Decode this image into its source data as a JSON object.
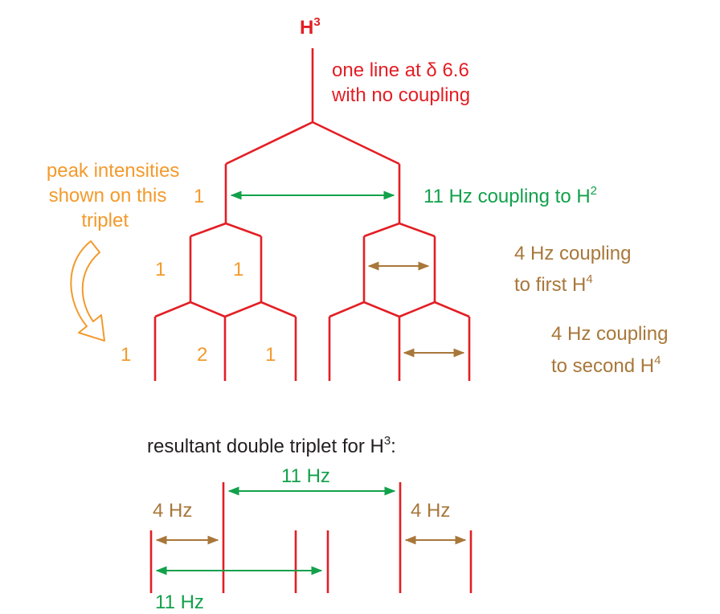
{
  "colors": {
    "red": "#e31e24",
    "orange": "#f39a2c",
    "green": "#12a14b",
    "brown": "#a8773a",
    "text": "#231f20"
  },
  "top_label": {
    "base": "H",
    "sup": "3"
  },
  "annotation_uncoupled": {
    "line1": "one line at δ 6.6",
    "line2": "with no coupling"
  },
  "annotation_intensities": {
    "line1": "peak intensities",
    "line2": "shown on this",
    "line3": "triplet"
  },
  "coupling_h2": {
    "text": "11 Hz coupling to H",
    "sup": "2"
  },
  "coupling_first_h4": {
    "line1": "4 Hz coupling",
    "line2": "to first H",
    "sup": "4"
  },
  "coupling_second_h4": {
    "line1": "4 Hz coupling",
    "line2": "to second H",
    "sup": "4"
  },
  "intensities": {
    "level1": "1",
    "level2": [
      "1",
      "1"
    ],
    "level3": [
      "1",
      "2",
      "1"
    ]
  },
  "result": {
    "title": "resultant double triplet for H",
    "title_sup": "3",
    "title_end": ":",
    "label_11hz_top": "11 Hz",
    "label_11hz_bottom": "11 Hz",
    "label_4hz_left": "4 Hz",
    "label_4hz_right": "4 Hz"
  }
}
